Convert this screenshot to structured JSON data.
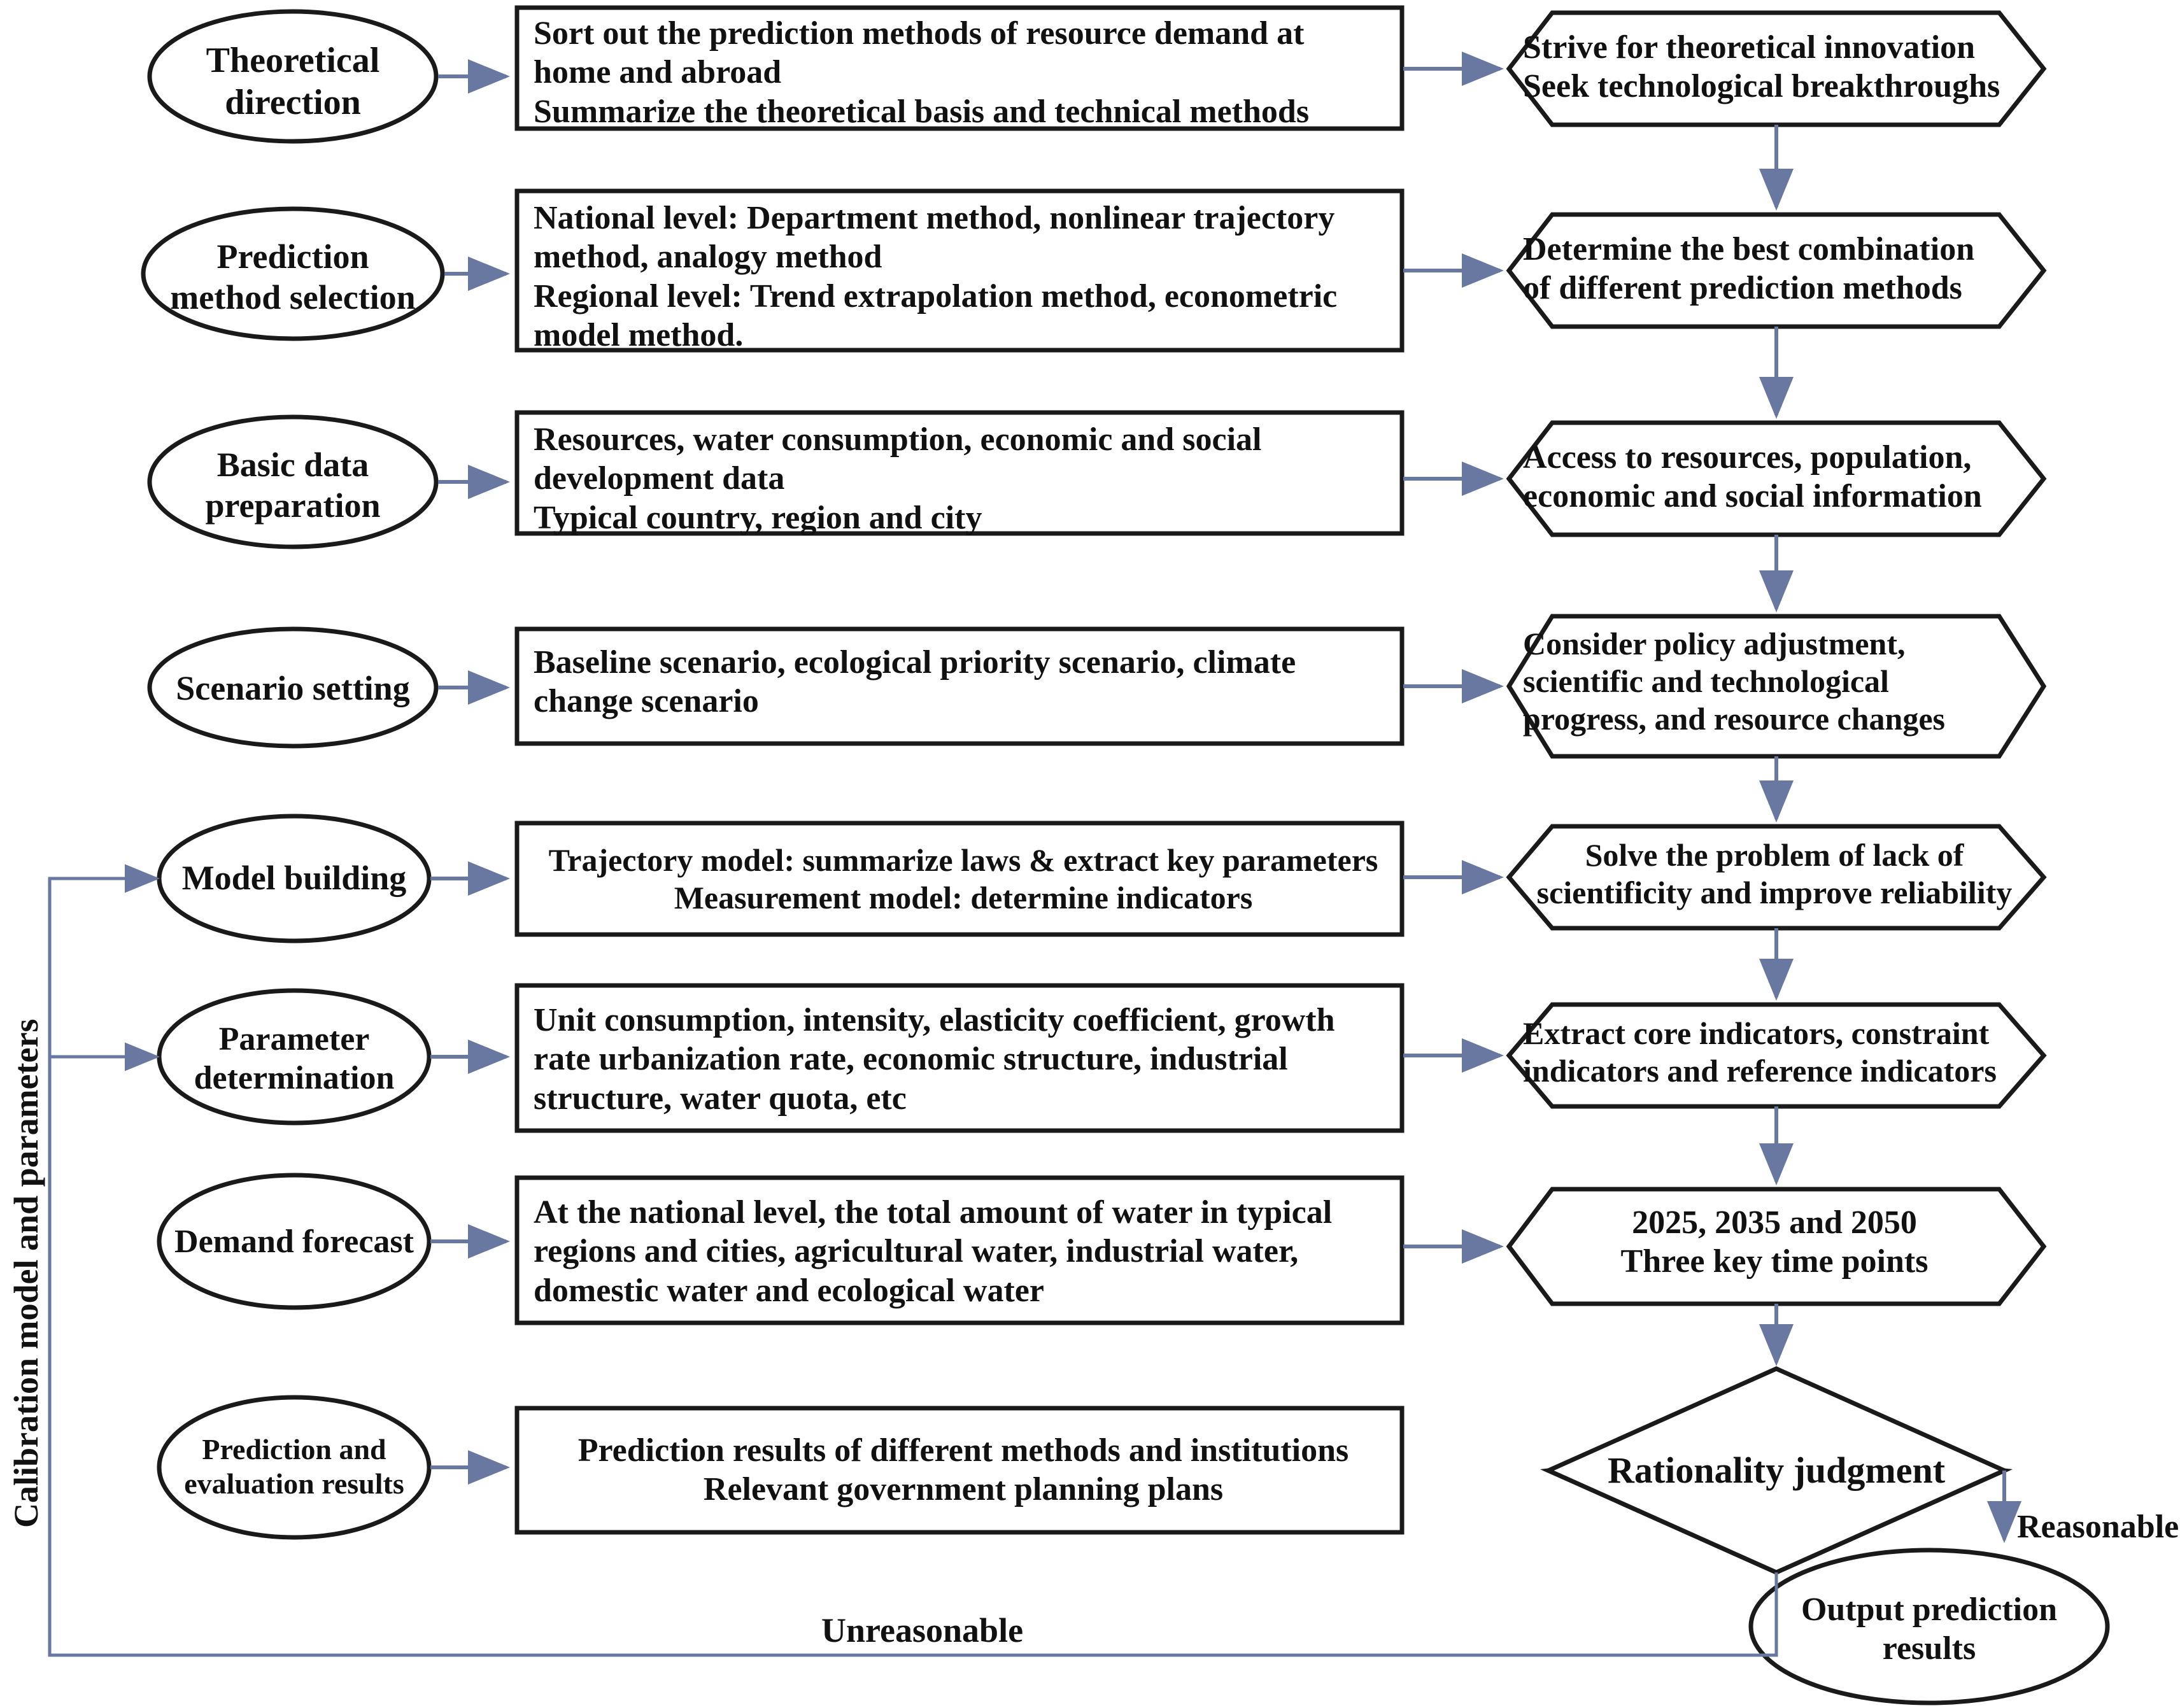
{
  "diagram": {
    "title": "Resource demand prediction technical route flowchart",
    "accent_line_color": "#6878a0",
    "shape_stroke_color": "#1a1a1a",
    "side_label": "Calibration model and parameters",
    "branch_labels": {
      "reasonable": "Reasonable",
      "unreasonable": "Unreasonable"
    },
    "rows": [
      {
        "stage": "Theoretical direction",
        "detail": "Sort out the prediction methods of resource demand at\nhome and abroad\nSummarize the theoretical basis and technical methods",
        "outcome": "Strive for theoretical innovation\nSeek technological breakthroughs"
      },
      {
        "stage": "Prediction\nmethod selection",
        "detail": "National level: Department method, nonlinear trajectory\nmethod, analogy method\nRegional level: Trend extrapolation method, econometric\n model method.",
        "outcome": "Determine the best combination\nof different prediction methods"
      },
      {
        "stage": "Basic data\npreparation",
        "detail": "   Resources, water consumption, economic and social\n   development data\n   Typical country, region and city",
        "outcome": "Access to resources, population,\neconomic and social information"
      },
      {
        "stage": "Scenario setting",
        "detail": "Baseline scenario, ecological priority scenario, climate\nchange scenario",
        "outcome": "Consider policy adjustment,\nscientific and technological\nprogress, and resource changes"
      },
      {
        "stage": "Model building",
        "detail": "Trajectory model: summarize laws & extract key parameters\nMeasurement model: determine indicators",
        "outcome": "Solve the problem of lack of\nscientificity and improve reliability"
      },
      {
        "stage": "Parameter\ndetermination",
        "detail": "Unit consumption, intensity, elasticity coefficient, growth\nrate urbanization rate, economic structure, industrial\nstructure, water quota, etc",
        "outcome": "Extract core indicators, constraint\nindicators and reference indicators"
      },
      {
        "stage": "Demand forecast",
        "detail": "At the national level, the total amount of water in typical\nregions and cities, agricultural water, industrial water,\ndomestic water and ecological water",
        "outcome": "2025, 2035 and 2050\nThree key time points"
      },
      {
        "stage": "Prediction and\nevaluation results",
        "detail": "Prediction results of different methods and institutions\nRelevant government planning plans",
        "outcome": ""
      }
    ],
    "decision": "Rationality judgment",
    "terminal": "Output prediction\nresults"
  }
}
